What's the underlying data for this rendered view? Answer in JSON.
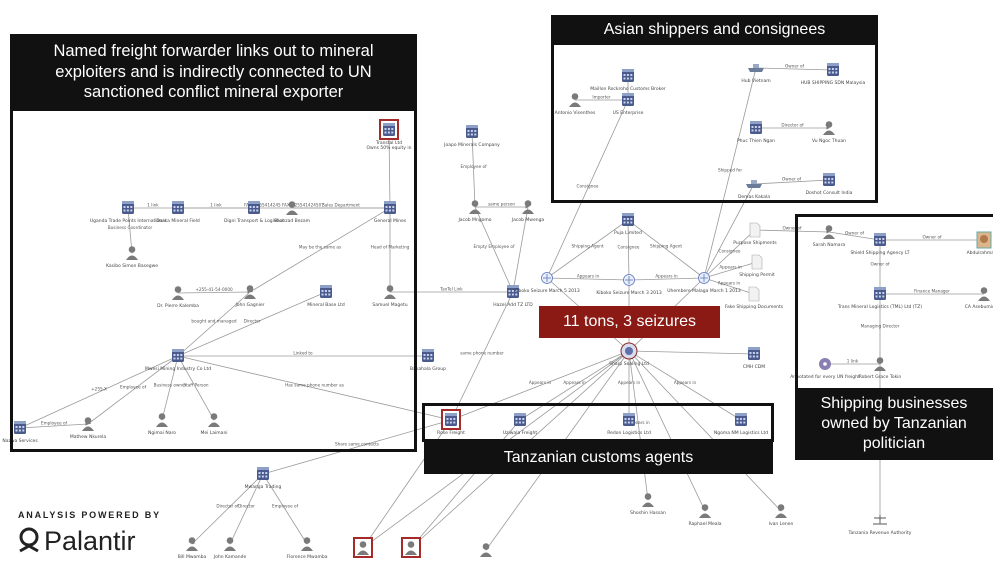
{
  "callouts": {
    "freight": "Named freight forwarder links out to mineral exploiters and is indirectly connected to UN sanctioned conflict mineral exporter",
    "asian": "Asian shippers and consignees",
    "tons": "11 tons, 3 seizures",
    "shipping": "Shipping businesses owned by Tanzanian politician",
    "customs": "Tanzanian customs agents"
  },
  "branding": {
    "powered_by": "ANALYSIS POWERED BY",
    "logo": "Palantir"
  },
  "colors": {
    "callout_bg": "#111111",
    "seizure_bg": "#8b1a14",
    "highlight": "#a52a2a",
    "edge": "#9a9a9a",
    "building": "#4a5a8c",
    "person": "#7a7a7a"
  },
  "graph": {
    "nodes": [
      {
        "id": "trans",
        "type": "building",
        "label": "Transtal Ltd",
        "sub": "Owns 50% equity in",
        "hl": true
      },
      {
        "id": "uganda",
        "type": "building",
        "label": "Uganda Trade Points International"
      },
      {
        "id": "dassa",
        "type": "building",
        "label": "Dassa Mineral Field"
      },
      {
        "id": "digni",
        "type": "building",
        "label": "Digni Transport & Logistics"
      },
      {
        "id": "shahzad",
        "type": "person",
        "label": "Shahzad Bezam"
      },
      {
        "id": "general",
        "type": "building",
        "label": "General Mines"
      },
      {
        "id": "kasibo",
        "type": "person",
        "label": "Kasibo Simon Basegwe"
      },
      {
        "id": "pierre",
        "type": "person",
        "label": "Dr. Pierre Kalemba"
      },
      {
        "id": "john",
        "type": "person",
        "label": "John Gagnier"
      },
      {
        "id": "mineralbase",
        "type": "building",
        "label": "Mineral Base Ltd"
      },
      {
        "id": "samuel",
        "type": "person",
        "label": "Samuel Magetu"
      },
      {
        "id": "mwesi",
        "type": "building",
        "label": "Mwesi Mining Industry Co Ltd"
      },
      {
        "id": "nazwa",
        "type": "building",
        "label": "Nazwa Services"
      },
      {
        "id": "mathew",
        "type": "person",
        "label": "Mathew Nkurela"
      },
      {
        "id": "ngomai",
        "type": "person",
        "label": "Ngimai Naro"
      },
      {
        "id": "mei",
        "type": "person",
        "label": "Mei Laimani"
      },
      {
        "id": "bakahala",
        "type": "building",
        "label": "Bakahala Group"
      },
      {
        "id": "joapos",
        "type": "building",
        "label": "Joapo Minerals Company"
      },
      {
        "id": "jacob",
        "type": "person",
        "label": "Jacob Mngomo"
      },
      {
        "id": "jacobw",
        "type": "person",
        "label": "Jacob Mwenga"
      },
      {
        "id": "hazel",
        "type": "building",
        "label": "Hazel Add TZ LTD"
      },
      {
        "id": "maillon",
        "type": "building",
        "label": "Maillon Rockroho Customs Broker"
      },
      {
        "id": "antonio",
        "type": "person",
        "label": "Antonio Visenthes"
      },
      {
        "id": "us",
        "type": "building",
        "label": "US Enterprise"
      },
      {
        "id": "hub",
        "type": "building",
        "label": "HUB SHIPPING SDN Malaysia"
      },
      {
        "id": "phuc",
        "type": "building",
        "label": "Phuc Thien Ngan"
      },
      {
        "id": "vuthuan",
        "type": "person",
        "label": "Vu Ngoc Thuan"
      },
      {
        "id": "demas",
        "type": "ship",
        "label": "Demas Kakala"
      },
      {
        "id": "hub2",
        "type": "ship",
        "label": "Hub Vietnam"
      },
      {
        "id": "doshot",
        "type": "building",
        "label": "Doshot Consult India"
      },
      {
        "id": "puja",
        "type": "building",
        "label": "Puja Limited"
      },
      {
        "id": "seiz1",
        "type": "shield",
        "label": "Kiboko Seizure March 5 2013"
      },
      {
        "id": "seiz2",
        "type": "shield",
        "label": "Kiboko Seizure March 3 2013"
      },
      {
        "id": "seiz3",
        "type": "shield",
        "label": "Uhembere Malaga March 1 2013"
      },
      {
        "id": "purpose",
        "type": "doc",
        "label": "Purpose Shipments"
      },
      {
        "id": "permit",
        "type": "doc",
        "label": "Shipping Permit"
      },
      {
        "id": "fake",
        "type": "doc",
        "label": "Fake Shipping Documents"
      },
      {
        "id": "cmh",
        "type": "building",
        "label": "CMH CDM"
      },
      {
        "id": "sarah",
        "type": "person",
        "label": "Sarah Namara"
      },
      {
        "id": "shieldship",
        "type": "building",
        "label": "Shield Shipping Agency LT"
      },
      {
        "id": "abdul",
        "type": "photo",
        "label": "Abdulrahman A"
      },
      {
        "id": "tzmineral",
        "type": "building",
        "label": "Trans Mineral Logistics (TML) Ltd (TZ)"
      },
      {
        "id": "caasd",
        "type": "person",
        "label": "CA Asebumio Aja"
      },
      {
        "id": "robert",
        "type": "person",
        "label": "Robert Grace Tokin"
      },
      {
        "id": "annotated",
        "type": "cd",
        "label": "Annotated for every UN freight"
      },
      {
        "id": "sharp",
        "type": "badge",
        "label": "Sharp Sealing Ltd"
      },
      {
        "id": "rose",
        "type": "building",
        "label": "Rose Freight",
        "hl": true
      },
      {
        "id": "uziwala",
        "type": "building",
        "label": "Uziwala Freight"
      },
      {
        "id": "redon",
        "type": "building",
        "label": "Redon Logistics Ltd"
      },
      {
        "id": "ngoma",
        "type": "building",
        "label": "Ngoma NM Logistics Ltd"
      },
      {
        "id": "shoshu",
        "type": "person",
        "label": "Shoshin Hassan"
      },
      {
        "id": "raphael",
        "type": "person",
        "label": "Raphael Meala"
      },
      {
        "id": "ivan",
        "type": "person",
        "label": "Ivan Lenen"
      },
      {
        "id": "tra",
        "type": "scale",
        "label": "Tanzania Revenue Authority"
      },
      {
        "id": "mwanga",
        "type": "building",
        "label": "Mwanga Trading"
      },
      {
        "id": "bill",
        "type": "person",
        "label": "Bill Mwamba"
      },
      {
        "id": "johnk",
        "type": "person",
        "label": "John Kamande"
      },
      {
        "id": "florence",
        "type": "person",
        "label": "Florence Mwamba"
      },
      {
        "id": "pr1",
        "type": "person",
        "label": "",
        "hl": true
      },
      {
        "id": "pr2",
        "type": "person",
        "label": "",
        "hl": true
      },
      {
        "id": "pmid",
        "type": "person",
        "label": ""
      }
    ],
    "edges": [
      {
        "from": "trans",
        "to": "general"
      },
      {
        "from": "uganda",
        "to": "dassa",
        "label": "1 link"
      },
      {
        "from": "dassa",
        "to": "digni",
        "label": "1 link"
      },
      {
        "from": "shahzad",
        "to": "general",
        "label": "Sales Department"
      },
      {
        "from": "uganda",
        "to": "kasibo",
        "label": "Business Coordinator"
      },
      {
        "from": "dassa",
        "to": "general",
        "label": "FAX +255414245 FAX +25541424507"
      },
      {
        "from": "general",
        "to": "john",
        "label": "May be the same as"
      },
      {
        "from": "general",
        "to": "samuel",
        "label": "Head of Marketing"
      },
      {
        "from": "pierre",
        "to": "john",
        "label": "+255-41-54-0000"
      },
      {
        "from": "john",
        "to": "mwesi",
        "label": "bought and managed"
      },
      {
        "from": "mwesi",
        "to": "mineralbase",
        "label": "Director"
      },
      {
        "from": "mwesi",
        "to": "nazwa",
        "label": "+255-X"
      },
      {
        "from": "mwesi",
        "to": "mathew",
        "label": "Employee of"
      },
      {
        "from": "mwesi",
        "to": "ngomai",
        "label": "Business owner"
      },
      {
        "from": "mwesi",
        "to": "mei",
        "label": "Staff Person"
      },
      {
        "from": "mwesi",
        "to": "bakahala",
        "label": "Linked to"
      },
      {
        "from": "mwesi",
        "to": "rose",
        "label": "Has same phone number as"
      },
      {
        "from": "nazwa",
        "to": "mathew",
        "label": "Employee of"
      },
      {
        "from": "samuel",
        "to": "hazel",
        "label": "TaxTel Link"
      },
      {
        "from": "joapos",
        "to": "jacob",
        "label": "Employee of"
      },
      {
        "from": "jacob",
        "to": "jacobw",
        "label": "same person"
      },
      {
        "from": "jacob",
        "to": "hazel",
        "label": "Empty Employee of"
      },
      {
        "from": "jacobw",
        "to": "hazel"
      },
      {
        "from": "hazel",
        "to": "rose",
        "label": "same phone number"
      },
      {
        "from": "maillon",
        "to": "us"
      },
      {
        "from": "antonio",
        "to": "us",
        "label": "Importer"
      },
      {
        "from": "us",
        "to": "seiz1",
        "label": "Consignee"
      },
      {
        "from": "hub2",
        "to": "hub",
        "label": "Owner of"
      },
      {
        "from": "hub2",
        "to": "seiz3",
        "label": "Shipped for"
      },
      {
        "from": "phuc",
        "to": "vuthuan",
        "label": "Director of"
      },
      {
        "from": "demas",
        "to": "doshot",
        "label": "Owner of"
      },
      {
        "from": "demas",
        "to": "seiz3"
      },
      {
        "from": "puja",
        "to": "seiz1",
        "label": "Shipping Agent"
      },
      {
        "from": "puja",
        "to": "seiz2",
        "label": "Consignee"
      },
      {
        "from": "puja",
        "to": "seiz3",
        "label": "Shipping Agent"
      },
      {
        "from": "seiz1",
        "to": "seiz2",
        "label": "Appears in"
      },
      {
        "from": "seiz2",
        "to": "seiz3",
        "label": "Appears in"
      },
      {
        "from": "seiz3",
        "to": "purpose",
        "label": "Consignee"
      },
      {
        "from": "seiz3",
        "to": "permit",
        "label": "Appears in"
      },
      {
        "from": "seiz3",
        "to": "fake",
        "label": "Appears in"
      },
      {
        "from": "purpose",
        "to": "sarah",
        "label": "Owner of"
      },
      {
        "from": "sarah",
        "to": "shieldship",
        "label": "Owner of"
      },
      {
        "from": "abdul",
        "to": "shieldship",
        "label": "Owner of"
      },
      {
        "from": "shieldship",
        "to": "tzmineral",
        "label": "Owner of"
      },
      {
        "from": "caasd",
        "to": "tzmineral",
        "label": "Finance Manager"
      },
      {
        "from": "tzmineral",
        "to": "robert",
        "label": "Managing Director"
      },
      {
        "from": "robert",
        "to": "annotated",
        "label": "1 link"
      },
      {
        "from": "robert",
        "to": "tra",
        "label": "Employee of"
      },
      {
        "from": "sharp",
        "to": "seiz1"
      },
      {
        "from": "sharp",
        "to": "seiz2"
      },
      {
        "from": "sharp",
        "to": "seiz3"
      },
      {
        "from": "sharp",
        "to": "cmh"
      },
      {
        "from": "sharp",
        "to": "rose",
        "label": "Appears in"
      },
      {
        "from": "sharp",
        "to": "uziwala",
        "label": "Appears in"
      },
      {
        "from": "sharp",
        "to": "redon",
        "label": "Appears in"
      },
      {
        "from": "sharp",
        "to": "ngoma",
        "label": "Appears in"
      },
      {
        "from": "sharp",
        "to": "shoshu",
        "label": "Appears in"
      },
      {
        "from": "sharp",
        "to": "raphael"
      },
      {
        "from": "sharp",
        "to": "ivan"
      },
      {
        "from": "sharp",
        "to": "pr1"
      },
      {
        "from": "sharp",
        "to": "pr2"
      },
      {
        "from": "sharp",
        "to": "pmid"
      },
      {
        "from": "rose",
        "to": "mwanga",
        "label": "Share same contacts"
      },
      {
        "from": "mwanga",
        "to": "bill",
        "label": "Director of"
      },
      {
        "from": "mwanga",
        "to": "johnk",
        "label": "Director"
      },
      {
        "from": "mwanga",
        "to": "florence",
        "label": "Employee of"
      },
      {
        "from": "uziwala",
        "to": "pr2"
      },
      {
        "from": "rose",
        "to": "pr1"
      }
    ]
  }
}
